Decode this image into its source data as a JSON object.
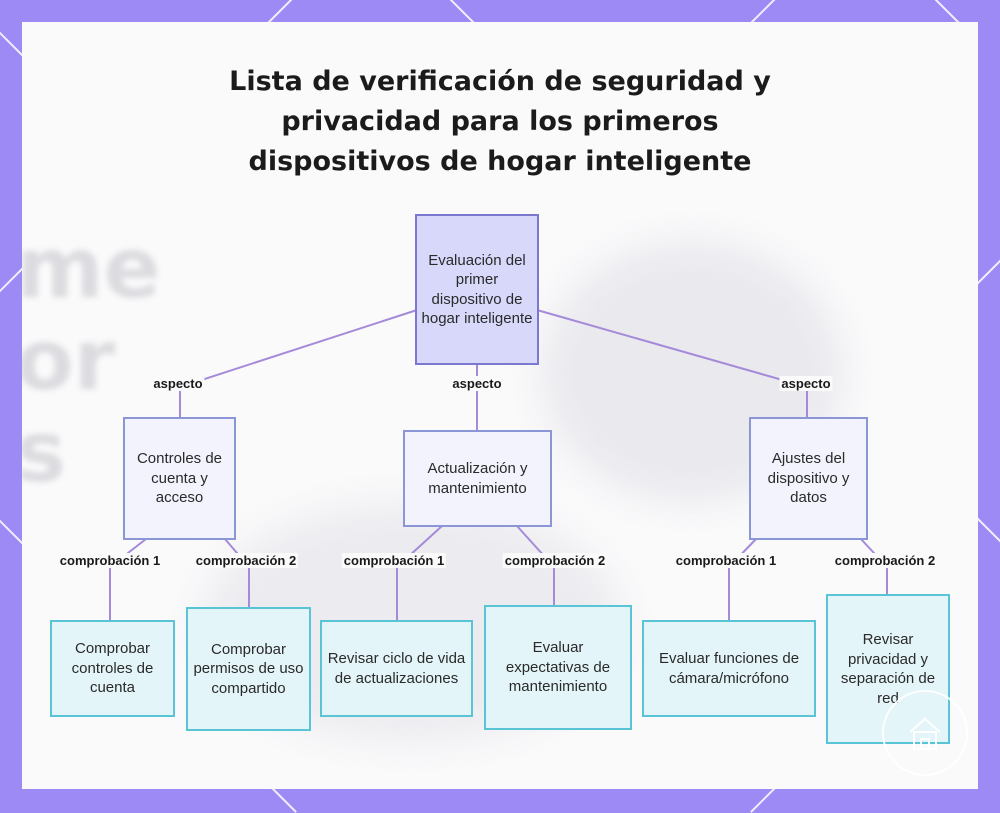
{
  "title": "Lista de verificación de seguridad y privacidad para los primeros dispositivos de hogar inteligente",
  "title_lines": [
    "Lista de verificación de seguridad y",
    "privacidad para los primeros",
    "dispositivos de hogar inteligente"
  ],
  "background_text": [
    "me",
    "or",
    "s"
  ],
  "colors": {
    "frame": "#9d8af4",
    "root_fill": "#d8d8fb",
    "mid_fill": "#f3f3fd",
    "leaf_fill": "#e4f5f9",
    "leaf_border": "#59c4d6",
    "edge": "#a48ad8"
  },
  "root": {
    "id": "root",
    "label": "Evaluación del primer dispositivo de hogar inteligente"
  },
  "aspects": [
    {
      "id": "a1",
      "label": "Controles de cuenta y acceso",
      "edge_label": "aspecto",
      "checks": [
        {
          "id": "c1",
          "label": "Comprobar controles de cuenta",
          "edge_label": "comprobación 1"
        },
        {
          "id": "c2",
          "label": "Comprobar permisos de uso compartido",
          "edge_label": "comprobación 2"
        }
      ]
    },
    {
      "id": "a2",
      "label": "Actualización y mantenimiento",
      "edge_label": "aspecto",
      "checks": [
        {
          "id": "c3",
          "label": "Revisar ciclo de vida de actualizaciones",
          "edge_label": "comprobación 1"
        },
        {
          "id": "c4",
          "label": "Evaluar expectativas de mantenimiento",
          "edge_label": "comprobación 2"
        }
      ]
    },
    {
      "id": "a3",
      "label": "Ajustes del dispositivo y datos",
      "edge_label": "aspecto",
      "checks": [
        {
          "id": "c5",
          "label": "Evaluar funciones de cámara/micrófono",
          "edge_label": "comprobación 1"
        },
        {
          "id": "c6",
          "label": "Revisar privacidad y separación de red",
          "edge_label": "comprobación 2"
        }
      ]
    }
  ]
}
